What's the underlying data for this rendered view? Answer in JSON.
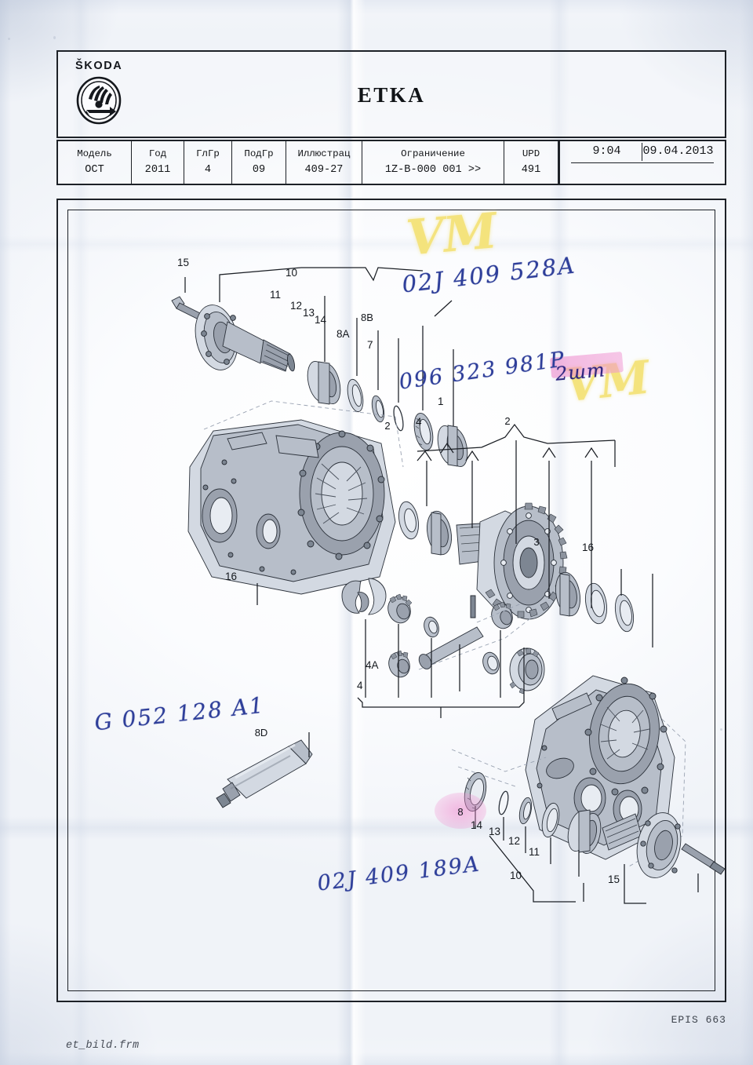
{
  "document": {
    "brand": "ŠKODA",
    "title": "ETKA",
    "footer_left": "et_bild.frm",
    "footer_right": "EPIS 663"
  },
  "meta_table": {
    "columns": [
      {
        "header": "Модель",
        "value": "OCT"
      },
      {
        "header": "Год",
        "value": "2011"
      },
      {
        "header": "ГлГр",
        "value": "4"
      },
      {
        "header": "ПодГр",
        "value": "09"
      },
      {
        "header": "Иллюстрац",
        "value": "409-27"
      },
      {
        "header": "Ограничение",
        "value": "1Z-B-000 001 >>"
      },
      {
        "header": "UPD",
        "value": "491"
      }
    ],
    "stamp": {
      "time": "9:04",
      "date": "09.04.2013"
    }
  },
  "callouts": {
    "upper_left_assembly": [
      "15",
      "10",
      "11",
      "12",
      "13",
      "14",
      "8A",
      "8B",
      "7"
    ],
    "center_assembly": [
      "1",
      "2",
      "4",
      "3",
      "4A",
      "16"
    ],
    "lower_right_assembly": [
      "8",
      "14",
      "13",
      "12",
      "11",
      "10",
      "15"
    ],
    "grease_tube": "8D",
    "housing_left": "16",
    "housing_right": "16"
  },
  "labels": {
    "l15a": "15",
    "l10a": "10",
    "l11a": "11",
    "l12a": "12",
    "l13a": "13",
    "l14a": "14",
    "l8A": "8A",
    "l8B": "8B",
    "l7": "7",
    "l1": "1",
    "l2a": "2",
    "l2b": "2",
    "l4": "4",
    "l3": "3",
    "l4A": "4A",
    "l16a": "16",
    "l16b": "16",
    "l8": "8",
    "l14b": "14",
    "l13b": "13",
    "l12b": "12",
    "l11b": "11",
    "l10b": "10",
    "l15b": "15",
    "l8D": "8D"
  },
  "annotations": {
    "handwritten": [
      {
        "id": "n1",
        "text": "02J 409 528A",
        "ink": "blue-pen"
      },
      {
        "id": "n2",
        "text": "096 323 981P",
        "ink": "blue-pen"
      },
      {
        "id": "n3",
        "text": "G 052 128 A1",
        "ink": "blue-pen"
      },
      {
        "id": "n4",
        "text": "02J 409 189A",
        "ink": "blue-pen"
      }
    ],
    "quantity_note": "2шт",
    "marker_initials": [
      "VM",
      "VM"
    ]
  },
  "colors": {
    "ink_blue": "#2f3f9a",
    "highlight_pink": "#ec80c8",
    "highlight_yellow": "#f3e278",
    "pen_circle_blue": "#3c4fb8",
    "line_black": "#1b1f25"
  }
}
